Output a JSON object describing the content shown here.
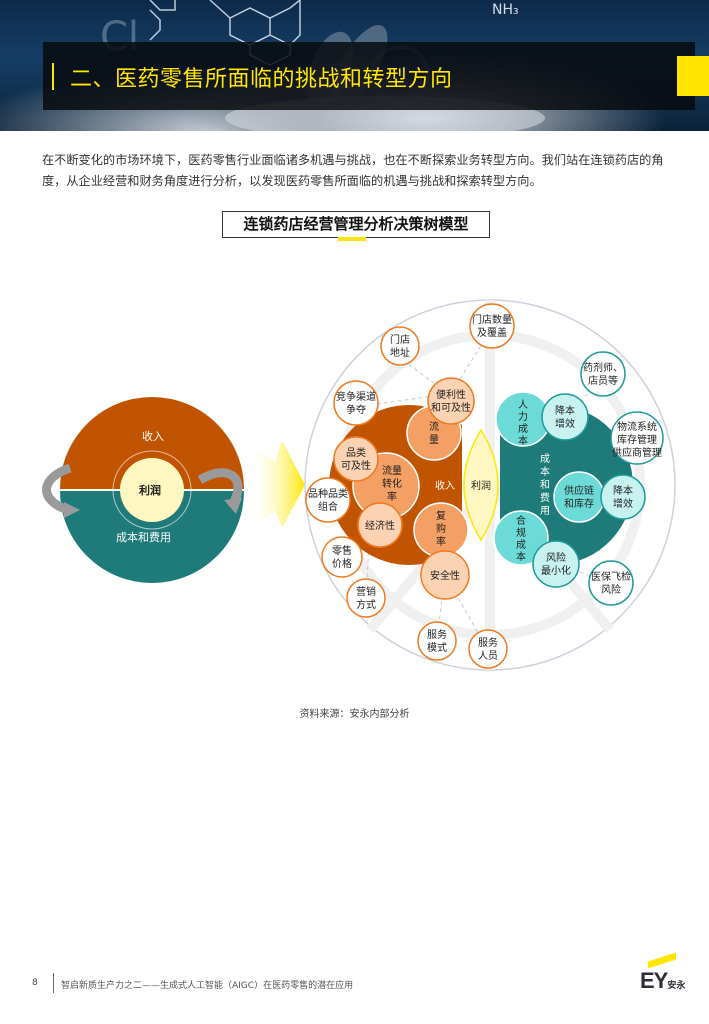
{
  "header": {
    "title": "二、医药零售所面临的挑战和转型方向"
  },
  "intro": {
    "text": "在不断变化的市场环境下，医药零售行业面临诸多机遇与挑战，也在不断探索业务转型方向。我们站在连锁药店的角度，从企业经营和财务角度进行分析，以发现医药零售所面临的机遇与挑战和探索转型方向。"
  },
  "figure": {
    "title": "连锁药店经营管理分析决策树模型",
    "source": "资料来源：安永内部分析",
    "left_model": {
      "top": "收入",
      "center": "利润",
      "bottom": "成本和费用"
    },
    "tree": {
      "center": "利润",
      "revenue": "收入",
      "cost": "成本和费用",
      "revenue_drivers": [
        "流量",
        "流量转化率",
        "复购率"
      ],
      "revenue_factors": [
        "便利性和可及性",
        "品类可及性",
        "经济性",
        "安全性"
      ],
      "revenue_leaves": [
        "门店地址",
        "门店数量及覆盖",
        "竞争渠道争夺",
        "品种品类组合",
        "零售价格",
        "营销方式",
        "服务模式",
        "服务人员"
      ],
      "cost_drivers": [
        "人力成本",
        "供应链和库存",
        "合规成本"
      ],
      "cost_factors": [
        "降本增效",
        "降本增效",
        "风险最小化"
      ],
      "cost_leaves": [
        "药剂师、店员等",
        "物流系统库存管理供应商管理",
        "医保飞检风险"
      ]
    },
    "colors": {
      "revenue": "#c05400",
      "revenue_driver": "#f4a064",
      "revenue_factor": "#fbd3b3",
      "cost": "#1e7b7a",
      "cost_driver": "#6cdbd8",
      "cost_factor": "#c8f2f0",
      "profit": "#fff7c2",
      "accent": "#ffe600"
    }
  },
  "footer": {
    "page": "8",
    "doc_title": "智启新质生产力之二——生成式人工智能（AIGC）在医药零售的潜在应用",
    "logo": "EY",
    "logo_cn": "安永"
  }
}
